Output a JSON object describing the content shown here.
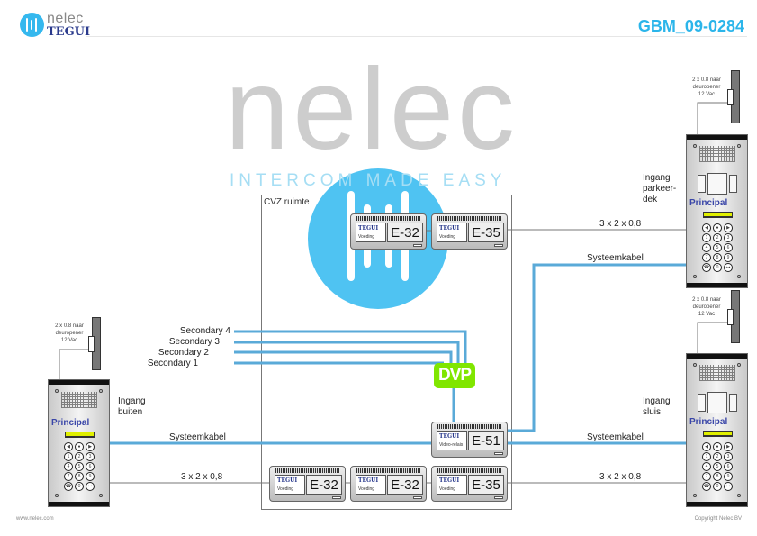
{
  "header": {
    "logo_name": "nelec",
    "logo_brand": "TEGUI",
    "logo_tagline": "INTERCOM MADE EASY",
    "doc_id": "GBM_09-0284"
  },
  "room": {
    "label": "CVZ ruimte"
  },
  "watermark": {
    "name": "nelec",
    "tagline": "INTERCOM MADE EASY"
  },
  "modules": [
    {
      "brand": "TEGUI",
      "type": "Voeding",
      "code": "E-32"
    },
    {
      "brand": "TEGUI",
      "type": "Voeding",
      "code": "E-35"
    },
    {
      "brand": "TEGUI",
      "type": "Video-relais",
      "code": "E-51"
    },
    {
      "brand": "TEGUI",
      "type": "Voeding",
      "code": "E-32"
    },
    {
      "brand": "TEGUI",
      "type": "Voeding",
      "code": "E-32"
    },
    {
      "brand": "TEGUI",
      "type": "Voeding",
      "code": "E-35"
    }
  ],
  "dvp": "DVP",
  "secondary": [
    "Secondary 4",
    "Secondary 3",
    "Secondary 2",
    "Secondary 1"
  ],
  "panels": [
    {
      "name": "Principal",
      "entrance": "Ingang buiten"
    },
    {
      "name": "Principal",
      "entrance_1": "Ingang",
      "entrance_2": "parkeer-",
      "entrance_3": "dek"
    },
    {
      "name": "Principal",
      "entrance": "Ingang sluis"
    }
  ],
  "entrance_left": [
    "Ingang",
    "buiten"
  ],
  "entrance_right": [
    "Ingang",
    "sluis"
  ],
  "strike_note": [
    "2 x 0.8 naar",
    "deuropener",
    "12 Vac"
  ],
  "cables": {
    "system": "Systeemkabel",
    "power": "3 x 2 x 0,8"
  },
  "keypad": [
    "◀",
    "●",
    "▶",
    "1",
    "2",
    "3",
    "4",
    "5",
    "6",
    "7",
    "8",
    "9",
    "☎",
    "0",
    "⊶"
  ],
  "colors": {
    "accent": "#2bb5ea",
    "cable": "#5aaad8",
    "dvp": "#80e600",
    "display": "#e0f000"
  },
  "footer": {
    "left": "www.nelec.com",
    "right": "Copyright Nelec BV"
  }
}
